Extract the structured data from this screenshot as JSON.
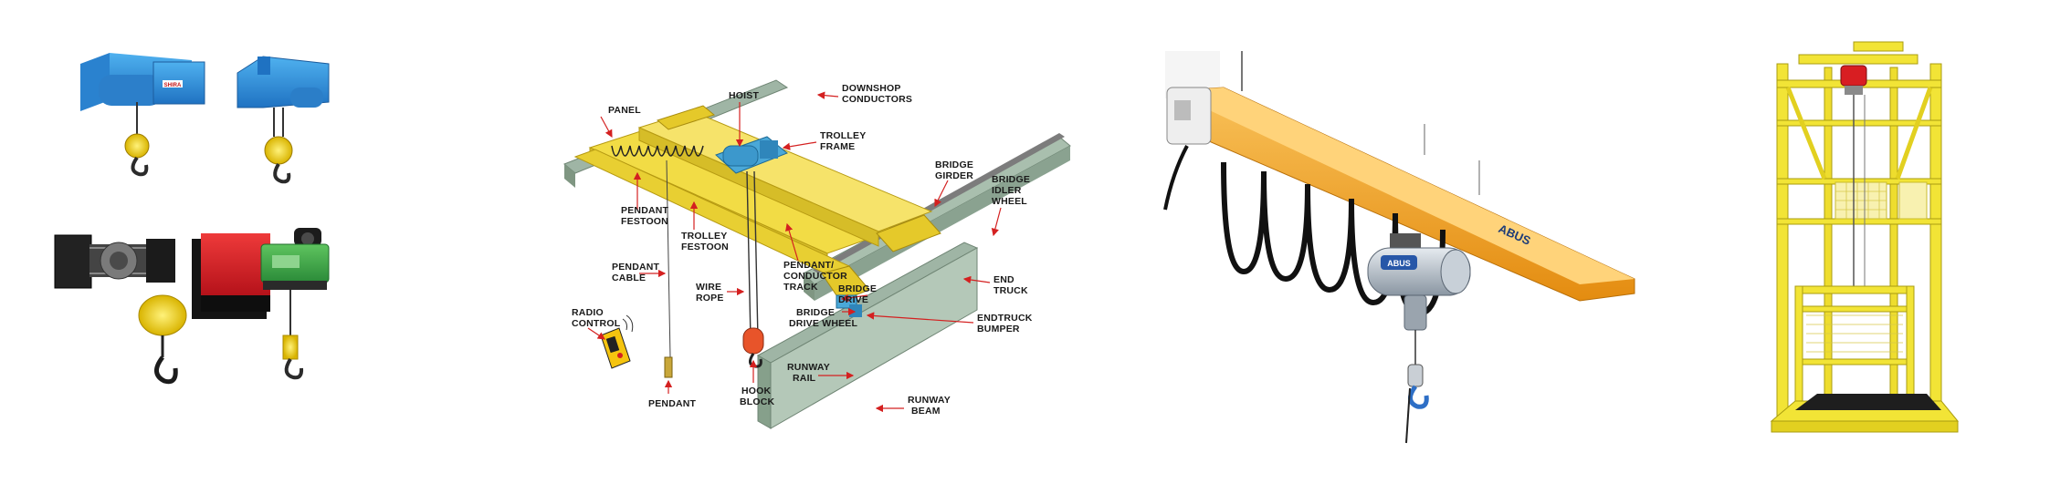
{
  "panels": {
    "hoists": {
      "badges": {
        "brand": "SHIRA"
      }
    },
    "diagram": {
      "labels": {
        "panel": [
          "PANEL"
        ],
        "hoist": [
          "HOIST"
        ],
        "downshop": [
          "DOWNSHOP",
          "CONDUCTORS"
        ],
        "trolley_frame": [
          "TROLLEY",
          "FRAME"
        ],
        "bridge_girder": [
          "BRIDGE",
          "GIRDER"
        ],
        "bridge_idler": [
          "BRIDGE",
          "IDLER",
          "WHEEL"
        ],
        "pendant_festoon": [
          "PENDANT",
          "FESTOON"
        ],
        "trolley_festoon": [
          "TROLLEY",
          "FESTOON"
        ],
        "pendant_cable": [
          "PENDANT",
          "CABLE"
        ],
        "wire_rope": [
          "WIRE",
          "ROPE"
        ],
        "pendant_track": [
          "PENDANT/",
          "CONDUCTOR",
          "TRACK"
        ],
        "bridge_drive": [
          "BRIDGE",
          "DRIVE"
        ],
        "end_truck": [
          "END",
          "TRUCK"
        ],
        "radio_control": [
          "RADIO",
          "CONTROL"
        ],
        "bridge_drive_wheel": [
          "BRIDGE",
          "DRIVE WHEEL"
        ],
        "endtruck_bumper": [
          "ENDTRUCK",
          "BUMPER"
        ],
        "runway_rail": [
          "RUNWAY",
          "RAIL"
        ],
        "hook_block": [
          "HOOK",
          "BLOCK"
        ],
        "pendant": [
          "PENDANT"
        ],
        "runway_beam": [
          "RUNWAY",
          "BEAM"
        ]
      }
    },
    "rail_hoist": {
      "badges": {
        "brand": "ABUS",
        "rail_brand": "ABUS"
      }
    }
  },
  "colors": {
    "hoist_blue": "#2f8fd8",
    "crane_yellow": "#f2dc45",
    "trolley_blue": "#4aa8d8",
    "rail_orange": "#f4a52a",
    "frame_yellow": "#f2e436",
    "label_red": "#d42020",
    "hoist_red": "#d81e22",
    "hoist_green": "#3aa046"
  }
}
